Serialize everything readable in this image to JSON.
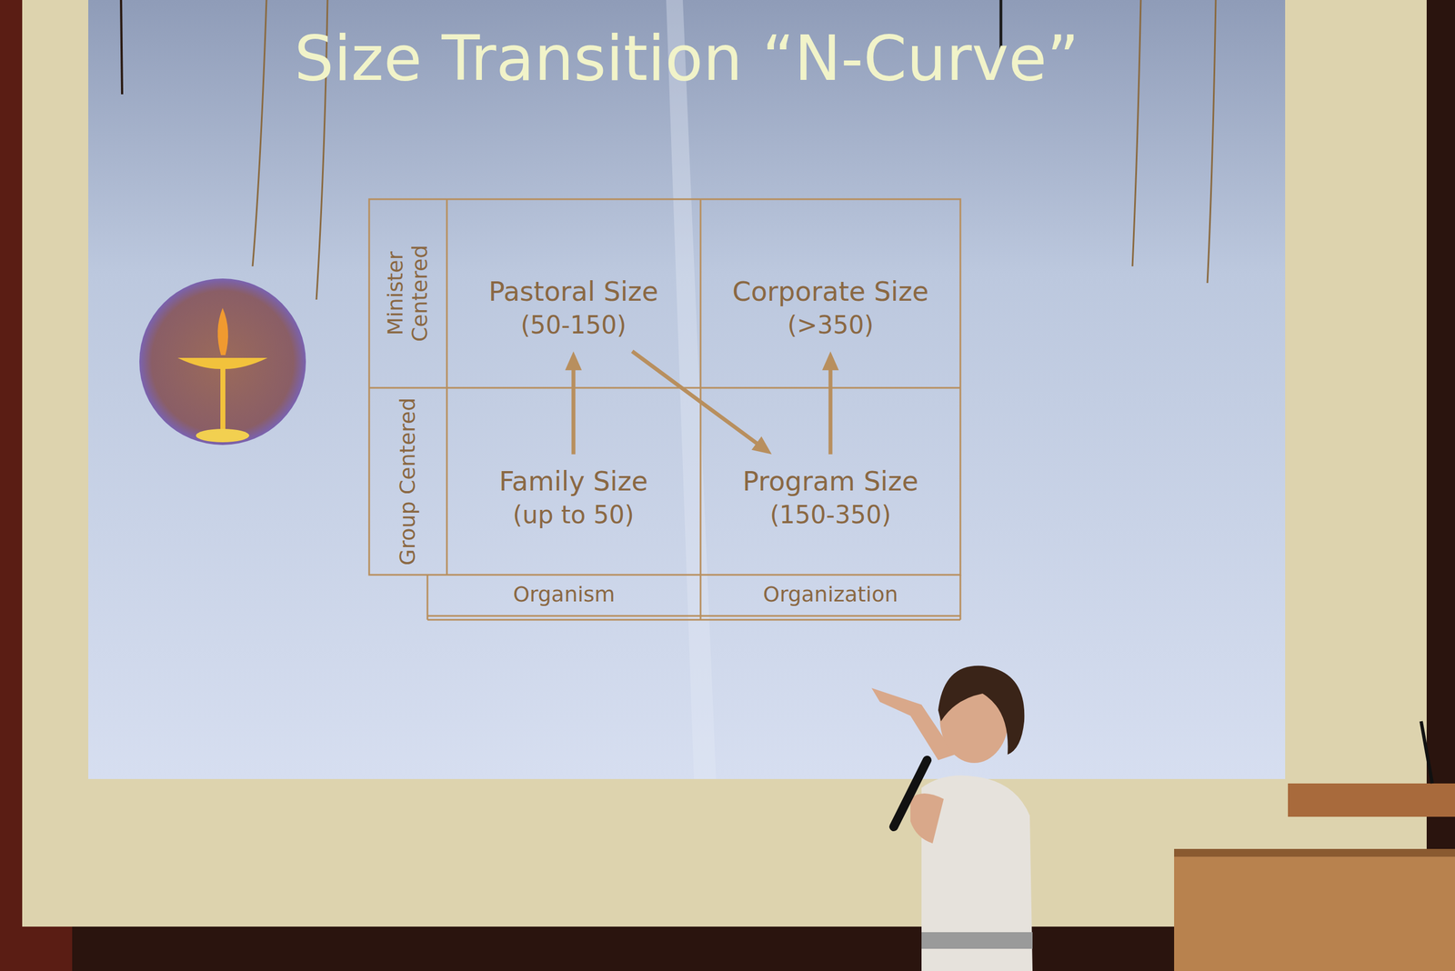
{
  "diagram": {
    "title": "Size Transition “N-Curve”",
    "nodes": [
      {
        "text": [
          "Pastoral Size",
          "(50-150)"
        ]
      },
      {
        "text": [
          "Corporate Size",
          "(>350)"
        ]
      },
      {
        "text": [
          "Family Size",
          "(up to 50)"
        ]
      },
      {
        "text": [
          "Program Size",
          "(150-350)"
        ]
      }
    ],
    "edges": [
      {
        "from": 2,
        "to": 0,
        "arrow": "to"
      },
      {
        "from": 0,
        "to": 3,
        "arrow": "to"
      },
      {
        "from": 3,
        "to": 1,
        "arrow": "to"
      }
    ],
    "labels": [
      "Minister Centered",
      "Group Centered",
      "Organism",
      "Organization"
    ]
  }
}
